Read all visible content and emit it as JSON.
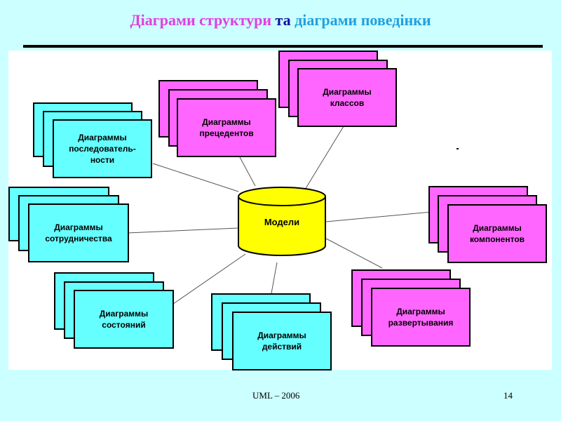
{
  "title": {
    "part1": "Діаграми структури",
    "part2": "та",
    "part3": "діаграми поведінки"
  },
  "diagram": {
    "center": "Модели",
    "nodes": [
      {
        "id": "sequence",
        "label": "Диаграммы\nпоследователь-\nности",
        "color": "#66FFFF"
      },
      {
        "id": "usecase",
        "label": "Диаграммы\nпрецедентов",
        "color": "#FF66FF"
      },
      {
        "id": "class",
        "label": "Диаграммы\nклассов",
        "color": "#FF66FF"
      },
      {
        "id": "collaboration",
        "label": "Диаграммы\nсотрудничества",
        "color": "#66FFFF"
      },
      {
        "id": "component",
        "label": "Диаграммы\nкомпонентов",
        "color": "#FF66FF"
      },
      {
        "id": "state",
        "label": "Диаграммы\nсостояний",
        "color": "#66FFFF"
      },
      {
        "id": "activity",
        "label": "Диаграммы\nдействий",
        "color": "#66FFFF"
      },
      {
        "id": "deployment",
        "label": "Диаграммы\nразвертывания",
        "color": "#FF66FF"
      }
    ]
  },
  "footer": {
    "left": "UML – 2006",
    "page": "14"
  }
}
